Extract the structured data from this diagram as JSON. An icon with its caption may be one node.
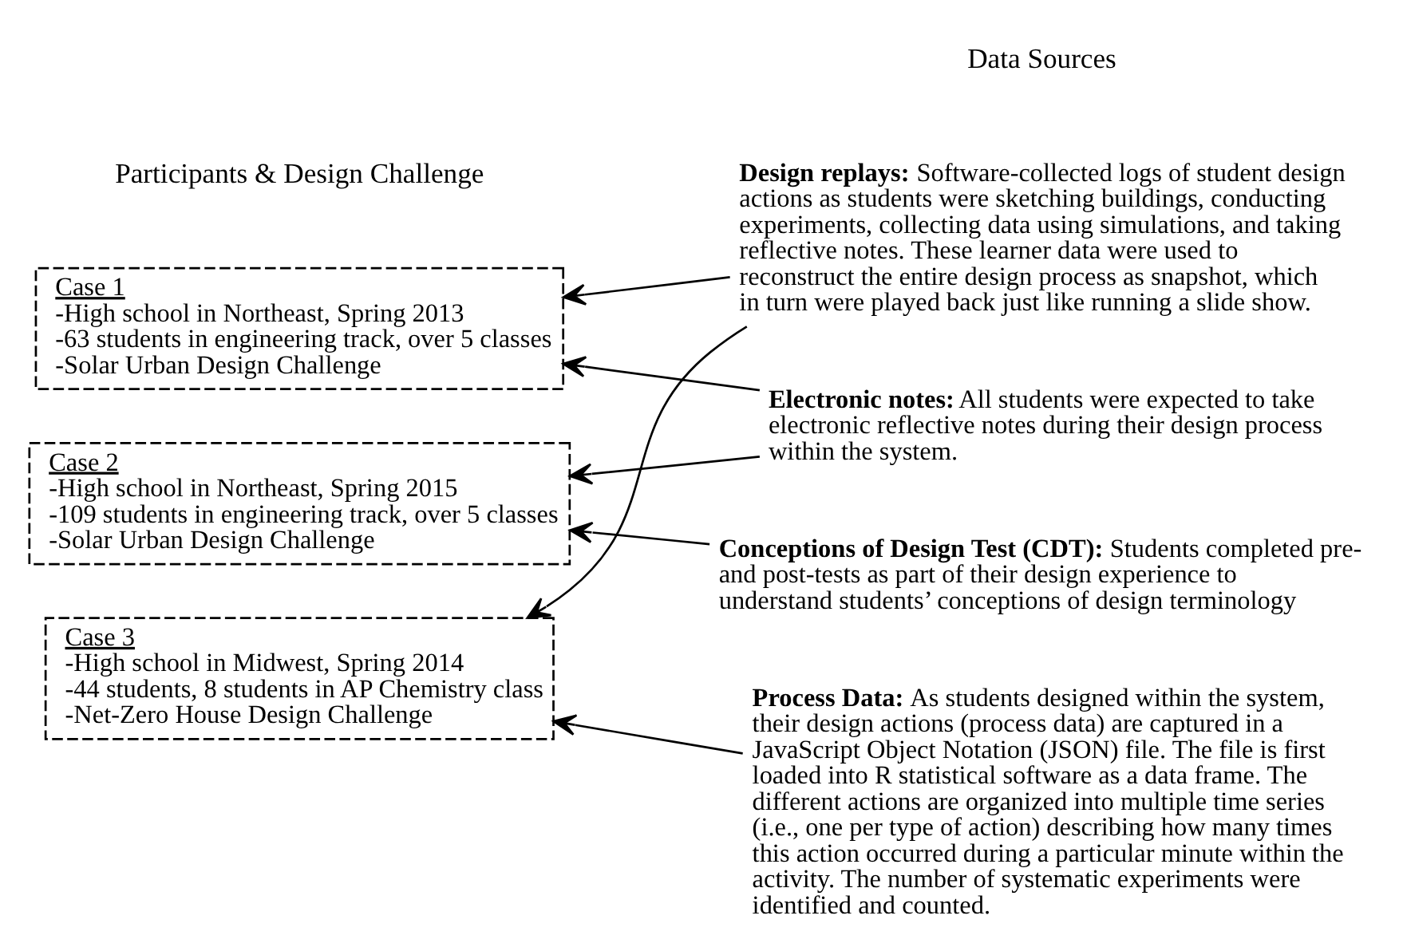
{
  "diagram": {
    "nodes": [
      {
        "text": [
          "Case 1",
          "-High school in Northeast, Spring 2013",
          "-63 students in engineering track, over 5 classes",
          "-Solar Urban Design Challenge"
        ]
      },
      {
        "text": [
          "Case 2",
          "-High school in Northeast, Spring 2015",
          "-109 students in engineering track, over 5 classes",
          "-Solar Urban Design Challenge"
        ]
      },
      {
        "text": [
          "Case 3",
          "-High school in Midwest, Spring 2014",
          "-44 students, 8 students in AP Chemistry class",
          "-Net-Zero House Design Challenge"
        ]
      },
      {
        "text": [
          "Design replays:",
          "Software-collected logs of student design actions as students were sketching buildings, conducting experiments, collecting data using simulations, and taking reflective notes. These learner data were used to reconstruct the entire design process as snapshot, which in turn were played back just like running a slide show."
        ]
      },
      {
        "text": [
          "Electronic notes:",
          "All students were expected to take electronic reflective notes during their design process within the system."
        ]
      },
      {
        "text": [
          "Conceptions of Design Test (CDT):",
          "Students completed pre- and post-tests as part of their design experience to understand students’ conceptions of design terminology"
        ]
      },
      {
        "text": [
          "Process Data:",
          "As students designed within the system, their design actions (process data) are captured in a JavaScript Object Notation (JSON) file. The file is first loaded into R statistical software as a data frame. The different actions are organized into multiple time series (i.e., one per type of action) describing how many times this action occurred during a particular minute within the activity. The number of systematic experiments were identified and counted."
        ]
      }
    ],
    "edges": [
      {
        "from": 3,
        "to": 0,
        "arrow": "to"
      },
      {
        "from": 3,
        "to": 2,
        "arrow": "to"
      },
      {
        "from": 4,
        "to": 0,
        "arrow": "to"
      },
      {
        "from": 4,
        "to": 1,
        "arrow": "to"
      },
      {
        "from": 5,
        "to": 1,
        "arrow": "to"
      },
      {
        "from": 6,
        "to": 2,
        "arrow": "to"
      }
    ],
    "labels": [
      "Participants & Design Challenge",
      "Data Sources"
    ]
  }
}
